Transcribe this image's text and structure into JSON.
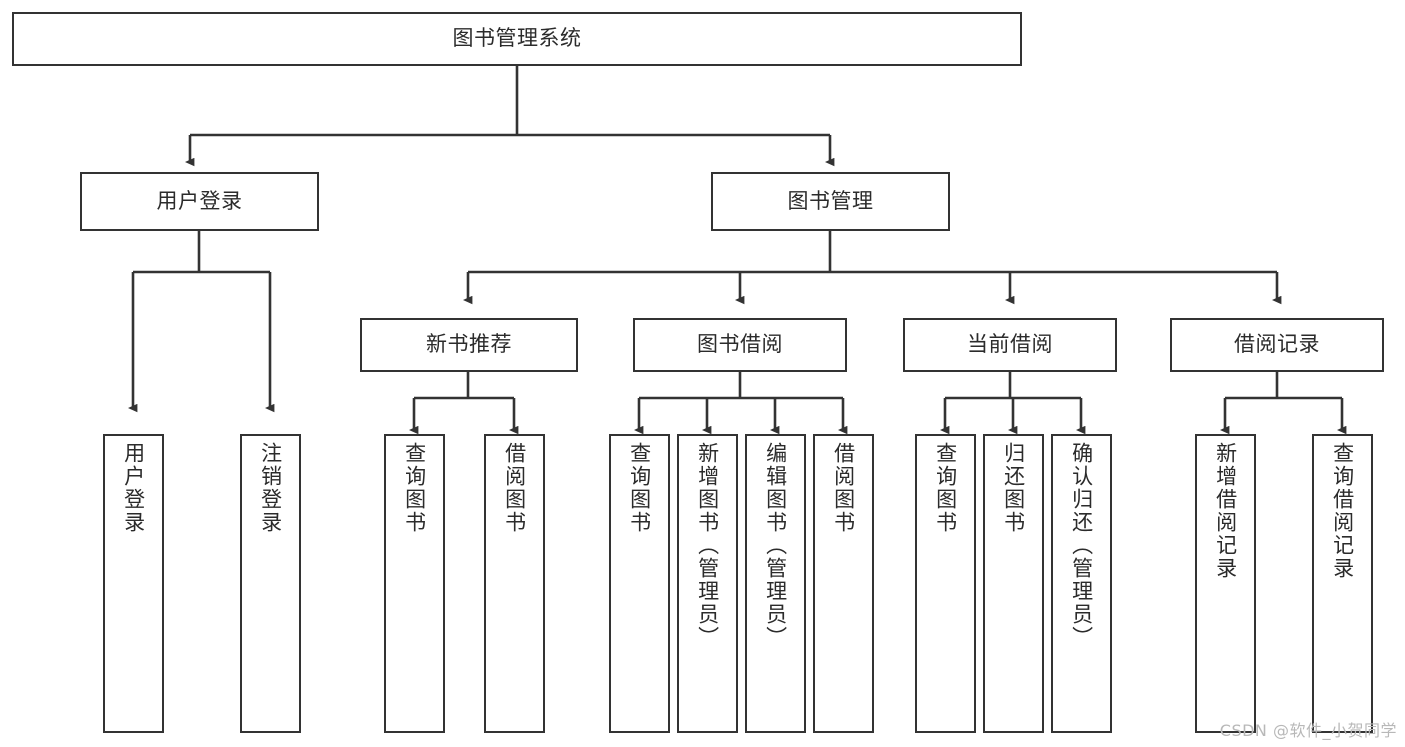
{
  "diagram": {
    "title": "图书管理系统",
    "type": "tree-hierarchy-diagram",
    "colors": {
      "box_border": "#333333",
      "box_fill": "#ffffff",
      "connector": "#333333",
      "text": "#2b2b2b",
      "watermark": "#b8b8b8",
      "background": "#ffffff"
    },
    "root": {
      "label": "图书管理系统"
    },
    "level2": [
      {
        "label": "用户登录"
      },
      {
        "label": "图书管理"
      }
    ],
    "level3": [
      {
        "label": "新书推荐"
      },
      {
        "label": "图书借阅"
      },
      {
        "label": "当前借阅"
      },
      {
        "label": "借阅记录"
      }
    ],
    "leaves": {
      "user_login": [
        {
          "label": "用户登录"
        },
        {
          "label": "注销登录"
        }
      ],
      "new_book_recommend": [
        {
          "label": "查询图书"
        },
        {
          "label": "借阅图书"
        }
      ],
      "book_borrow": [
        {
          "label": "查询图书"
        },
        {
          "label": "新增图书（管理员）"
        },
        {
          "label": "编辑图书（管理员）"
        },
        {
          "label": "借阅图书"
        }
      ],
      "current_borrow": [
        {
          "label": "查询图书"
        },
        {
          "label": "归还图书"
        },
        {
          "label": "确认归还（管理员）"
        }
      ],
      "borrow_record": [
        {
          "label": "新增借阅记录"
        },
        {
          "label": "查询借阅记录"
        }
      ]
    }
  },
  "watermark": {
    "text": "CSDN @软件_小贺同学"
  }
}
